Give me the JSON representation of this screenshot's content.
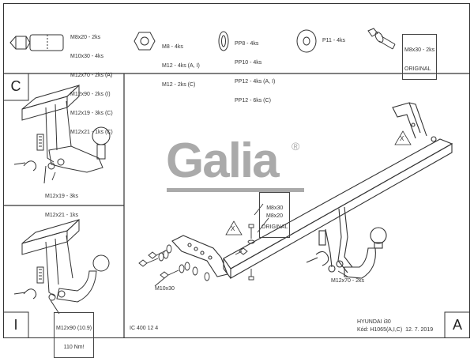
{
  "parts": {
    "bolts": [
      "M8x20 - 2ks",
      "M10x30 - 4ks",
      "M12x70 - 2ks (A)",
      "M12x90 - 2ks (I)",
      "M12x19 - 3ks (C)",
      "M12x21 - 1ks (C)"
    ],
    "nuts": [
      "M8 - 4ks",
      "M12 - 4ks (A, I)",
      "M12 - 2ks (C)"
    ],
    "spring_washers": [
      "PP8 - 4ks",
      "PP10 - 4ks",
      "PP12 - 4ks (A, I)",
      "PP12 - 6ks (C)"
    ],
    "flat_washer": "P11 - 4ks",
    "original_bolt": [
      "M8x30 - 2ks",
      "ORIGINAL"
    ]
  },
  "panels": {
    "c": {
      "letter": "C",
      "labels": [
        "M12x19 - 3ks",
        "M12x21 - 1ks"
      ]
    },
    "i": {
      "letter": "I",
      "labels": [
        "M12x90 (10.9)",
        "110 Nm!"
      ]
    },
    "a": {
      "letter": "A"
    }
  },
  "main": {
    "logo": "Galia",
    "registered": "®",
    "orig_label": [
      "M8x30",
      "ORIGINAL"
    ],
    "labels": {
      "m8x20": "M8x20",
      "m10x30": "M10x30",
      "m12x70": "M12x70 - 2ks"
    },
    "warning": "X",
    "code": "IC 400 12 4",
    "model": "HYUNDAI i30",
    "kod": "Kód: H1065(A,I,C)  12. 7. 2019"
  },
  "colors": {
    "line": "#333333",
    "logo": "#aaaaaa"
  }
}
